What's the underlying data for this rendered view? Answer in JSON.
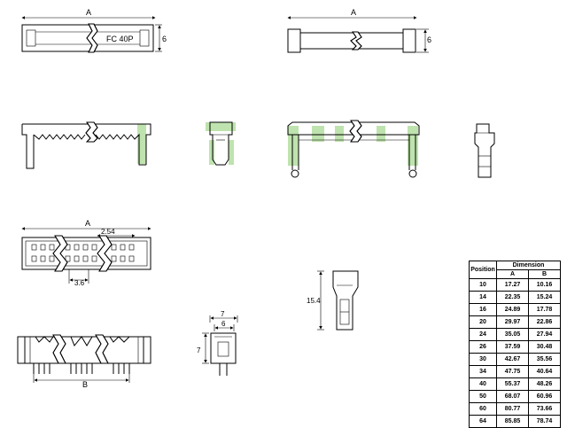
{
  "labels": {
    "dim_a": "A",
    "dim_b": "B",
    "dim_6": "6",
    "dim_7": "7",
    "part_label": "FC 40P",
    "pitch": "2.54",
    "row_spacing": "3.6",
    "height": "15.4"
  },
  "table": {
    "position_header": "Position",
    "dimension_header": "Dimension",
    "col_a": "A",
    "col_b": "B",
    "rows": [
      {
        "pos": "10",
        "a": "17.27",
        "b": "10.16"
      },
      {
        "pos": "14",
        "a": "22.35",
        "b": "15.24"
      },
      {
        "pos": "16",
        "a": "24.89",
        "b": "17.78"
      },
      {
        "pos": "20",
        "a": "29.97",
        "b": "22.86"
      },
      {
        "pos": "24",
        "a": "35.05",
        "b": "27.94"
      },
      {
        "pos": "26",
        "a": "37.59",
        "b": "30.48"
      },
      {
        "pos": "30",
        "a": "42.67",
        "b": "35.56"
      },
      {
        "pos": "34",
        "a": "47.75",
        "b": "40.64"
      },
      {
        "pos": "40",
        "a": "55.37",
        "b": "48.26"
      },
      {
        "pos": "50",
        "a": "68.07",
        "b": "60.96"
      },
      {
        "pos": "60",
        "a": "80.77",
        "b": "73.66"
      },
      {
        "pos": "64",
        "a": "85.85",
        "b": "78.74"
      }
    ]
  },
  "colors": {
    "highlight": "#bfe3ae",
    "line": "#000000"
  }
}
